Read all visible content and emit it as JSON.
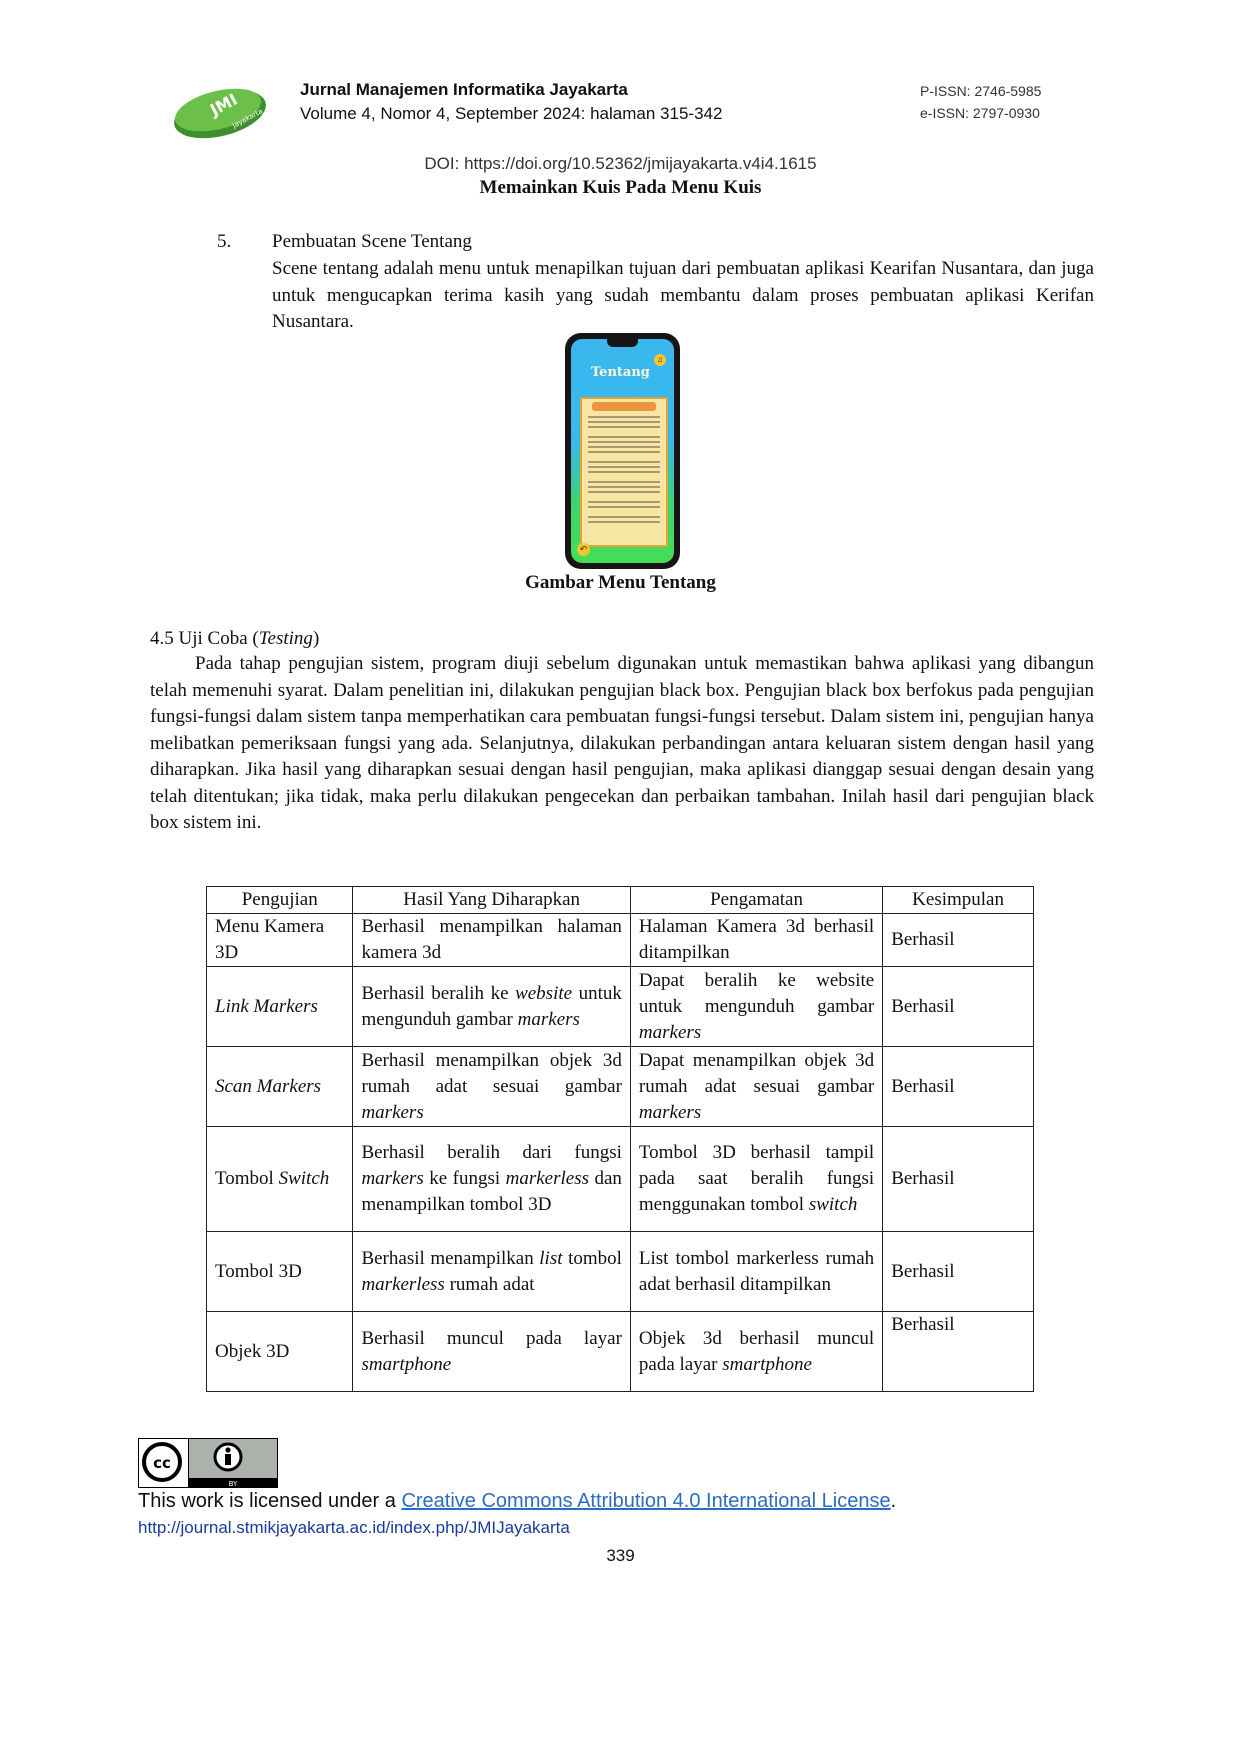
{
  "header": {
    "logo_text": "JMI Jayakarta",
    "journal": "Jurnal Manajemen Informatika Jayakarta",
    "volume": "Volume 4, Nomor 4, September 2024: halaman 315-342",
    "p_issn": "P-ISSN: 2746-5985",
    "e_issn": "e-ISSN: 2797-0930",
    "doi": "DOI: https://doi.org/10.52362/jmijayakarta.v4i4.1615"
  },
  "previous_caption": "Memainkan Kuis Pada Menu Kuis",
  "section5": {
    "number": "5.",
    "title": "Pembuatan Scene Tentang",
    "body": "Scene tentang adalah menu untuk menapilkan tujuan dari pembuatan aplikasi Kearifan Nusantara, dan juga untuk mengucapkan terima kasih yang sudah membantu dalam proses pembuatan aplikasi Kerifan Nusantara."
  },
  "figure": {
    "screen_title": "Tentang",
    "caption": "Gambar Menu Tentang"
  },
  "section45": {
    "title_prefix": "4.5 Uji Coba (",
    "title_italic": "Testing",
    "title_suffix": ")",
    "body": "Pada tahap pengujian sistem, program diuji sebelum digunakan untuk memastikan bahwa aplikasi yang dibangun telah memenuhi syarat. Dalam penelitian ini, dilakukan pengujian black box. Pengujian black box berfokus pada pengujian fungsi-fungsi dalam sistem tanpa memperhatikan cara pembuatan fungsi-fungsi tersebut. Dalam sistem ini, pengujian hanya melibatkan pemeriksaan fungsi yang ada. Selanjutnya, dilakukan perbandingan antara keluaran sistem dengan hasil yang diharapkan. Jika hasil yang diharapkan sesuai dengan hasil pengujian, maka aplikasi dianggap sesuai dengan desain yang telah ditentukan; jika tidak, maka perlu dilakukan pengecekan dan perbaikan tambahan. Inilah hasil dari pengujian black box sistem ini."
  },
  "table": {
    "headers": [
      "Pengujian",
      "Hasil Yang Diharapkan",
      "Pengamatan",
      "Kesimpulan"
    ],
    "rows": [
      {
        "c1": [
          {
            "t": "Menu Kamera 3D"
          }
        ],
        "c2": [
          {
            "t": "Berhasil menampilkan halaman kamera 3d"
          }
        ],
        "c3": [
          {
            "t": "Halaman Kamera 3d berhasil ditampilkan"
          }
        ],
        "c4": "Berhasil"
      },
      {
        "c1": [
          {
            "t": "Link Markers",
            "i": true
          }
        ],
        "c2": [
          {
            "t": "Berhasil beralih ke "
          },
          {
            "t": "website",
            "i": true
          },
          {
            "t": " untuk mengunduh gambar "
          },
          {
            "t": "markers",
            "i": true
          }
        ],
        "c3": [
          {
            "t": "Dapat beralih ke website untuk mengunduh gambar "
          },
          {
            "t": "markers",
            "i": true
          }
        ],
        "c4": "Berhasil"
      },
      {
        "c1": [
          {
            "t": "Scan Markers",
            "i": true
          }
        ],
        "c2": [
          {
            "t": "Berhasil menampilkan objek 3d rumah adat sesuai gambar "
          },
          {
            "t": "markers",
            "i": true
          }
        ],
        "c3": [
          {
            "t": "Dapat menampilkan objek 3d rumah adat sesuai gambar "
          },
          {
            "t": "markers",
            "i": true
          }
        ],
        "c4": "Berhasil"
      },
      {
        "c1": [
          {
            "t": "Tombol "
          },
          {
            "t": "Switch",
            "i": true
          }
        ],
        "c2": [
          {
            "t": "Berhasil beralih dari fungsi "
          },
          {
            "t": "markers",
            "i": true
          },
          {
            "t": " ke fungsi "
          },
          {
            "t": "markerless",
            "i": true
          },
          {
            "t": " dan menampilkan tombol 3D"
          }
        ],
        "c3": [
          {
            "t": "Tombol 3D berhasil tampil pada saat beralih fungsi menggunakan tombol "
          },
          {
            "t": "switch",
            "i": true
          }
        ],
        "c4": "Berhasil"
      },
      {
        "c1": [
          {
            "t": "Tombol 3D"
          }
        ],
        "c2": [
          {
            "t": "Berhasil menampilkan "
          },
          {
            "t": "list",
            "i": true
          },
          {
            "t": " tombol "
          },
          {
            "t": "markerless",
            "i": true
          },
          {
            "t": " rumah adat"
          }
        ],
        "c3": [
          {
            "t": "List tombol markerless rumah adat berhasil ditampilkan"
          }
        ],
        "c4": "Berhasil"
      },
      {
        "c1": [
          {
            "t": "Objek 3D"
          }
        ],
        "c2": [
          {
            "t": "Berhasil muncul pada layar "
          },
          {
            "t": "smartphone",
            "i": true
          }
        ],
        "c3": [
          {
            "t": "Objek 3d berhasil muncul pada layar "
          },
          {
            "t": "smartphone",
            "i": true
          }
        ],
        "c4": "Berhasil",
        "c4_top": true
      }
    ]
  },
  "footer": {
    "license_prefix": "This work is licensed under a ",
    "license_link": "Creative Commons Attribution 4.0 International License",
    "license_suffix": ".",
    "url": "http://journal.stmikjayakarta.ac.id/index.php/JMIJayakarta",
    "page_number": "339"
  },
  "colors": {
    "logo_green": "#4caf3a",
    "link_blue": "#2a6cc4",
    "url_blue": "#1a3a9a"
  }
}
